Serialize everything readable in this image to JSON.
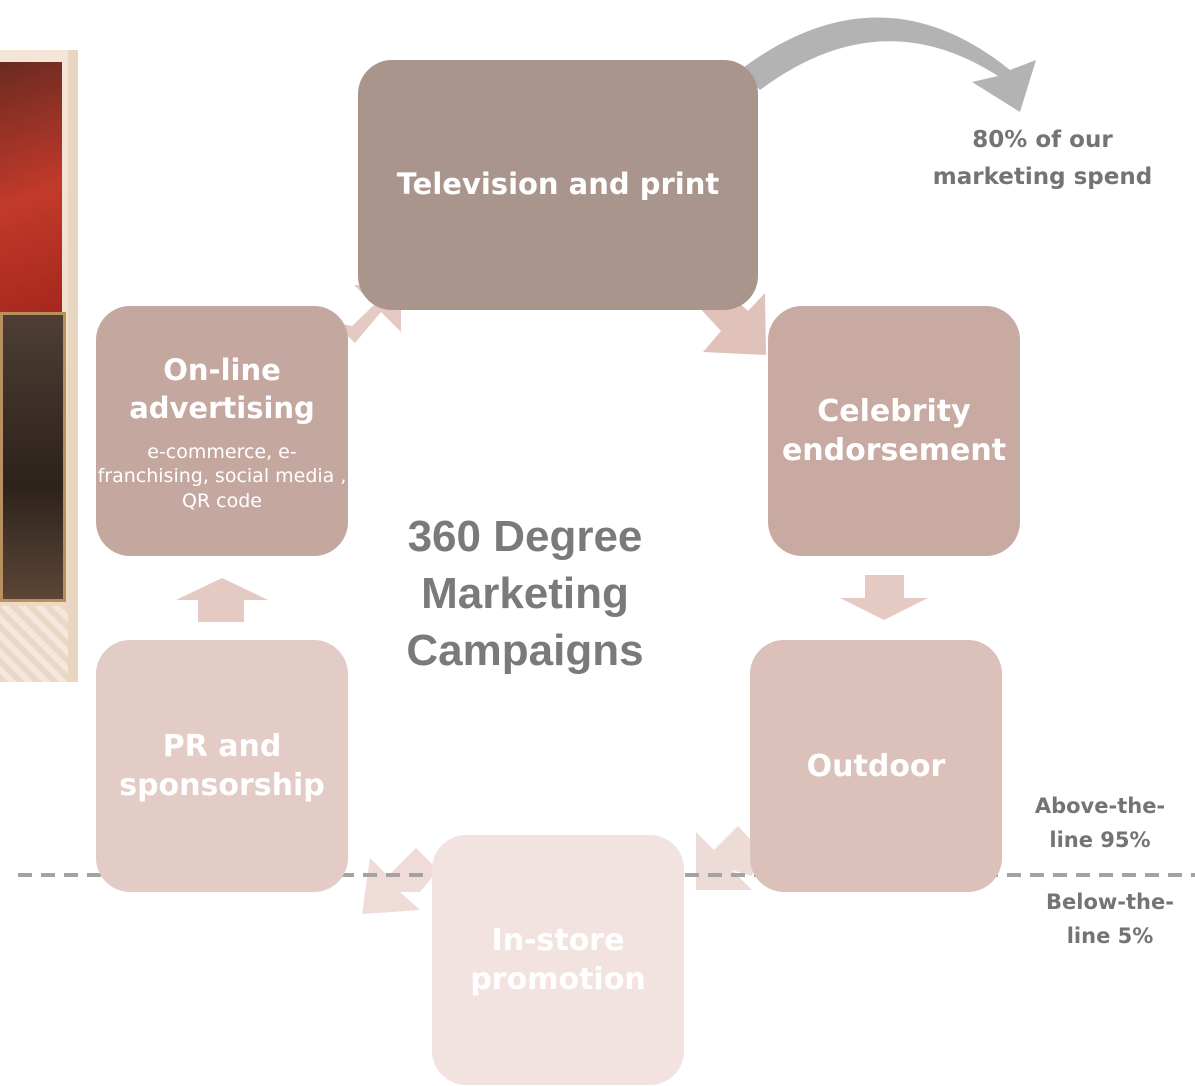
{
  "diagram": {
    "center_label": "360 Degree Marketing Campaigns",
    "center_lines": [
      "360 Degree",
      "Marketing",
      "Campaigns"
    ],
    "stages": {
      "tv": {
        "title": "Television and print"
      },
      "celebrity": {
        "title": "Celebrity endorsement"
      },
      "outdoor": {
        "title": "Outdoor"
      },
      "instore": {
        "title": "In-store promotion"
      },
      "pr": {
        "title": "PR and sponsorship"
      },
      "online": {
        "title": "On-line advertising",
        "subtitle": "e-commerce, e-franchising, social media , QR code"
      }
    },
    "annotations": {
      "spend": "80% of our marketing  spend",
      "above": "Above-the-line 95%",
      "below": "Below-the-line 5%"
    },
    "colors": {
      "tv": "#a9958c",
      "celebrity": "#c8aaa2",
      "outdoor": "#dcc1bb",
      "instore": "#f2e3e0",
      "pr": "#e3ccc6",
      "online": "#c4a79f",
      "arrow": "#e4cac3",
      "curved_arrow": "#b3b3b3",
      "divider": "#a3a3a3"
    }
  }
}
